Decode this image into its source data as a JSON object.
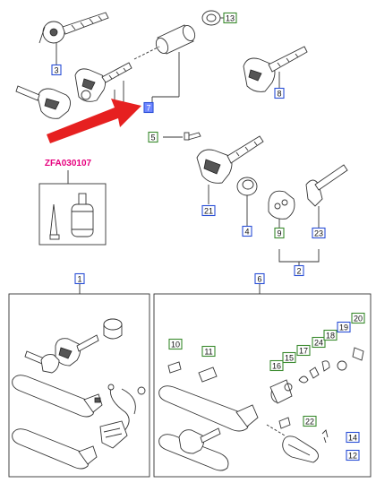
{
  "part_code": "ZFA030107",
  "colors": {
    "blue_box": "#2a4fd6",
    "green_box": "#3a8a2e",
    "code_text": "#e6007e",
    "arrow": "#e62020"
  },
  "callouts": {
    "c1": "1",
    "c2": "2",
    "c3": "3",
    "c4": "4",
    "c5": "5",
    "c6": "6",
    "c7": "7",
    "c8": "8",
    "c9": "9",
    "c10": "10",
    "c11": "11",
    "c12": "12",
    "c13": "13",
    "c14": "14",
    "c15": "15",
    "c16": "16",
    "c17": "17",
    "c18": "18",
    "c19": "19",
    "c20": "20",
    "c21": "21",
    "c22": "22",
    "c23": "23",
    "c24": "24"
  }
}
